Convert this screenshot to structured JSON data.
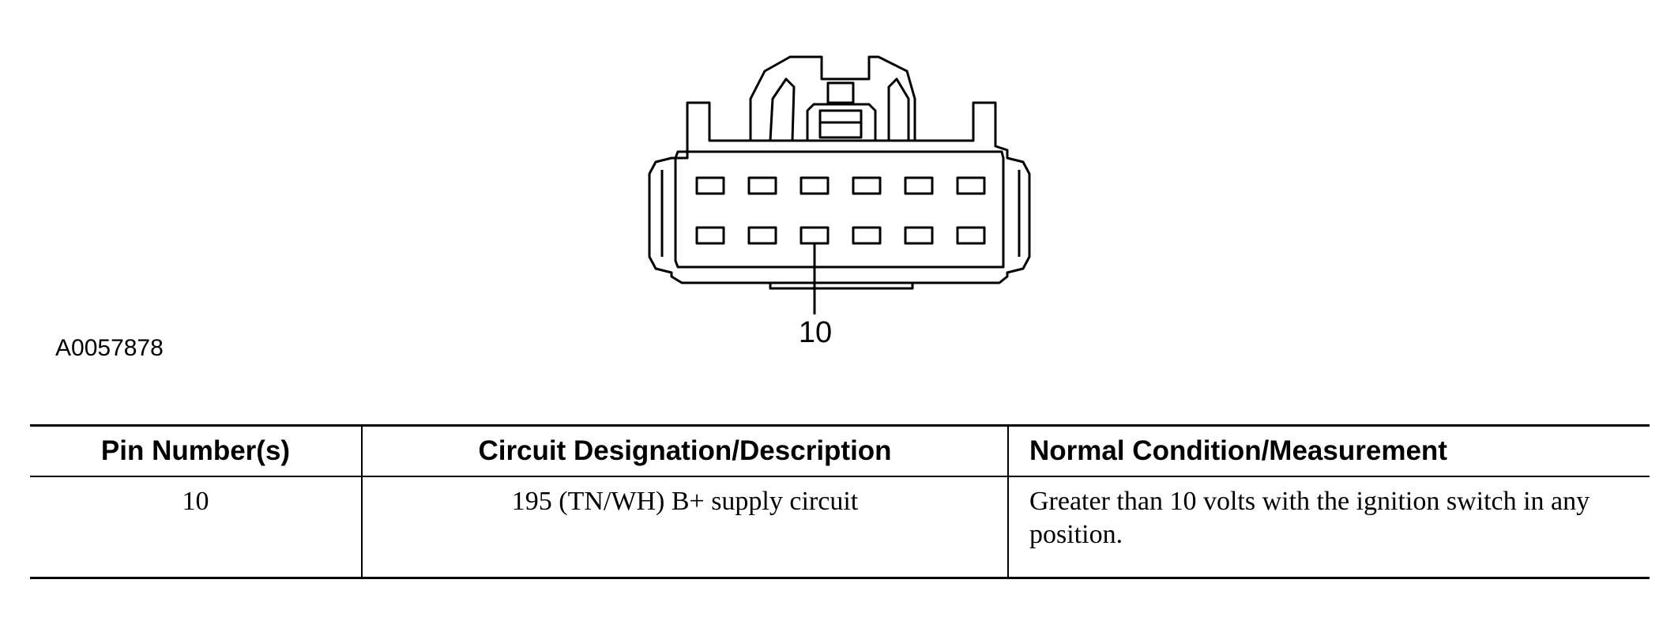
{
  "figure": {
    "figure_id": "A0057878",
    "pin_callout": "10"
  },
  "pin_table": {
    "headers": [
      "Pin Number(s)",
      "Circuit Designation/Description",
      "Normal Condition/Measurement"
    ],
    "rows": [
      [
        "10",
        "195 (TN/WH) B+ supply circuit",
        "Greater than 10 volts with the ignition switch in any position."
      ]
    ]
  }
}
